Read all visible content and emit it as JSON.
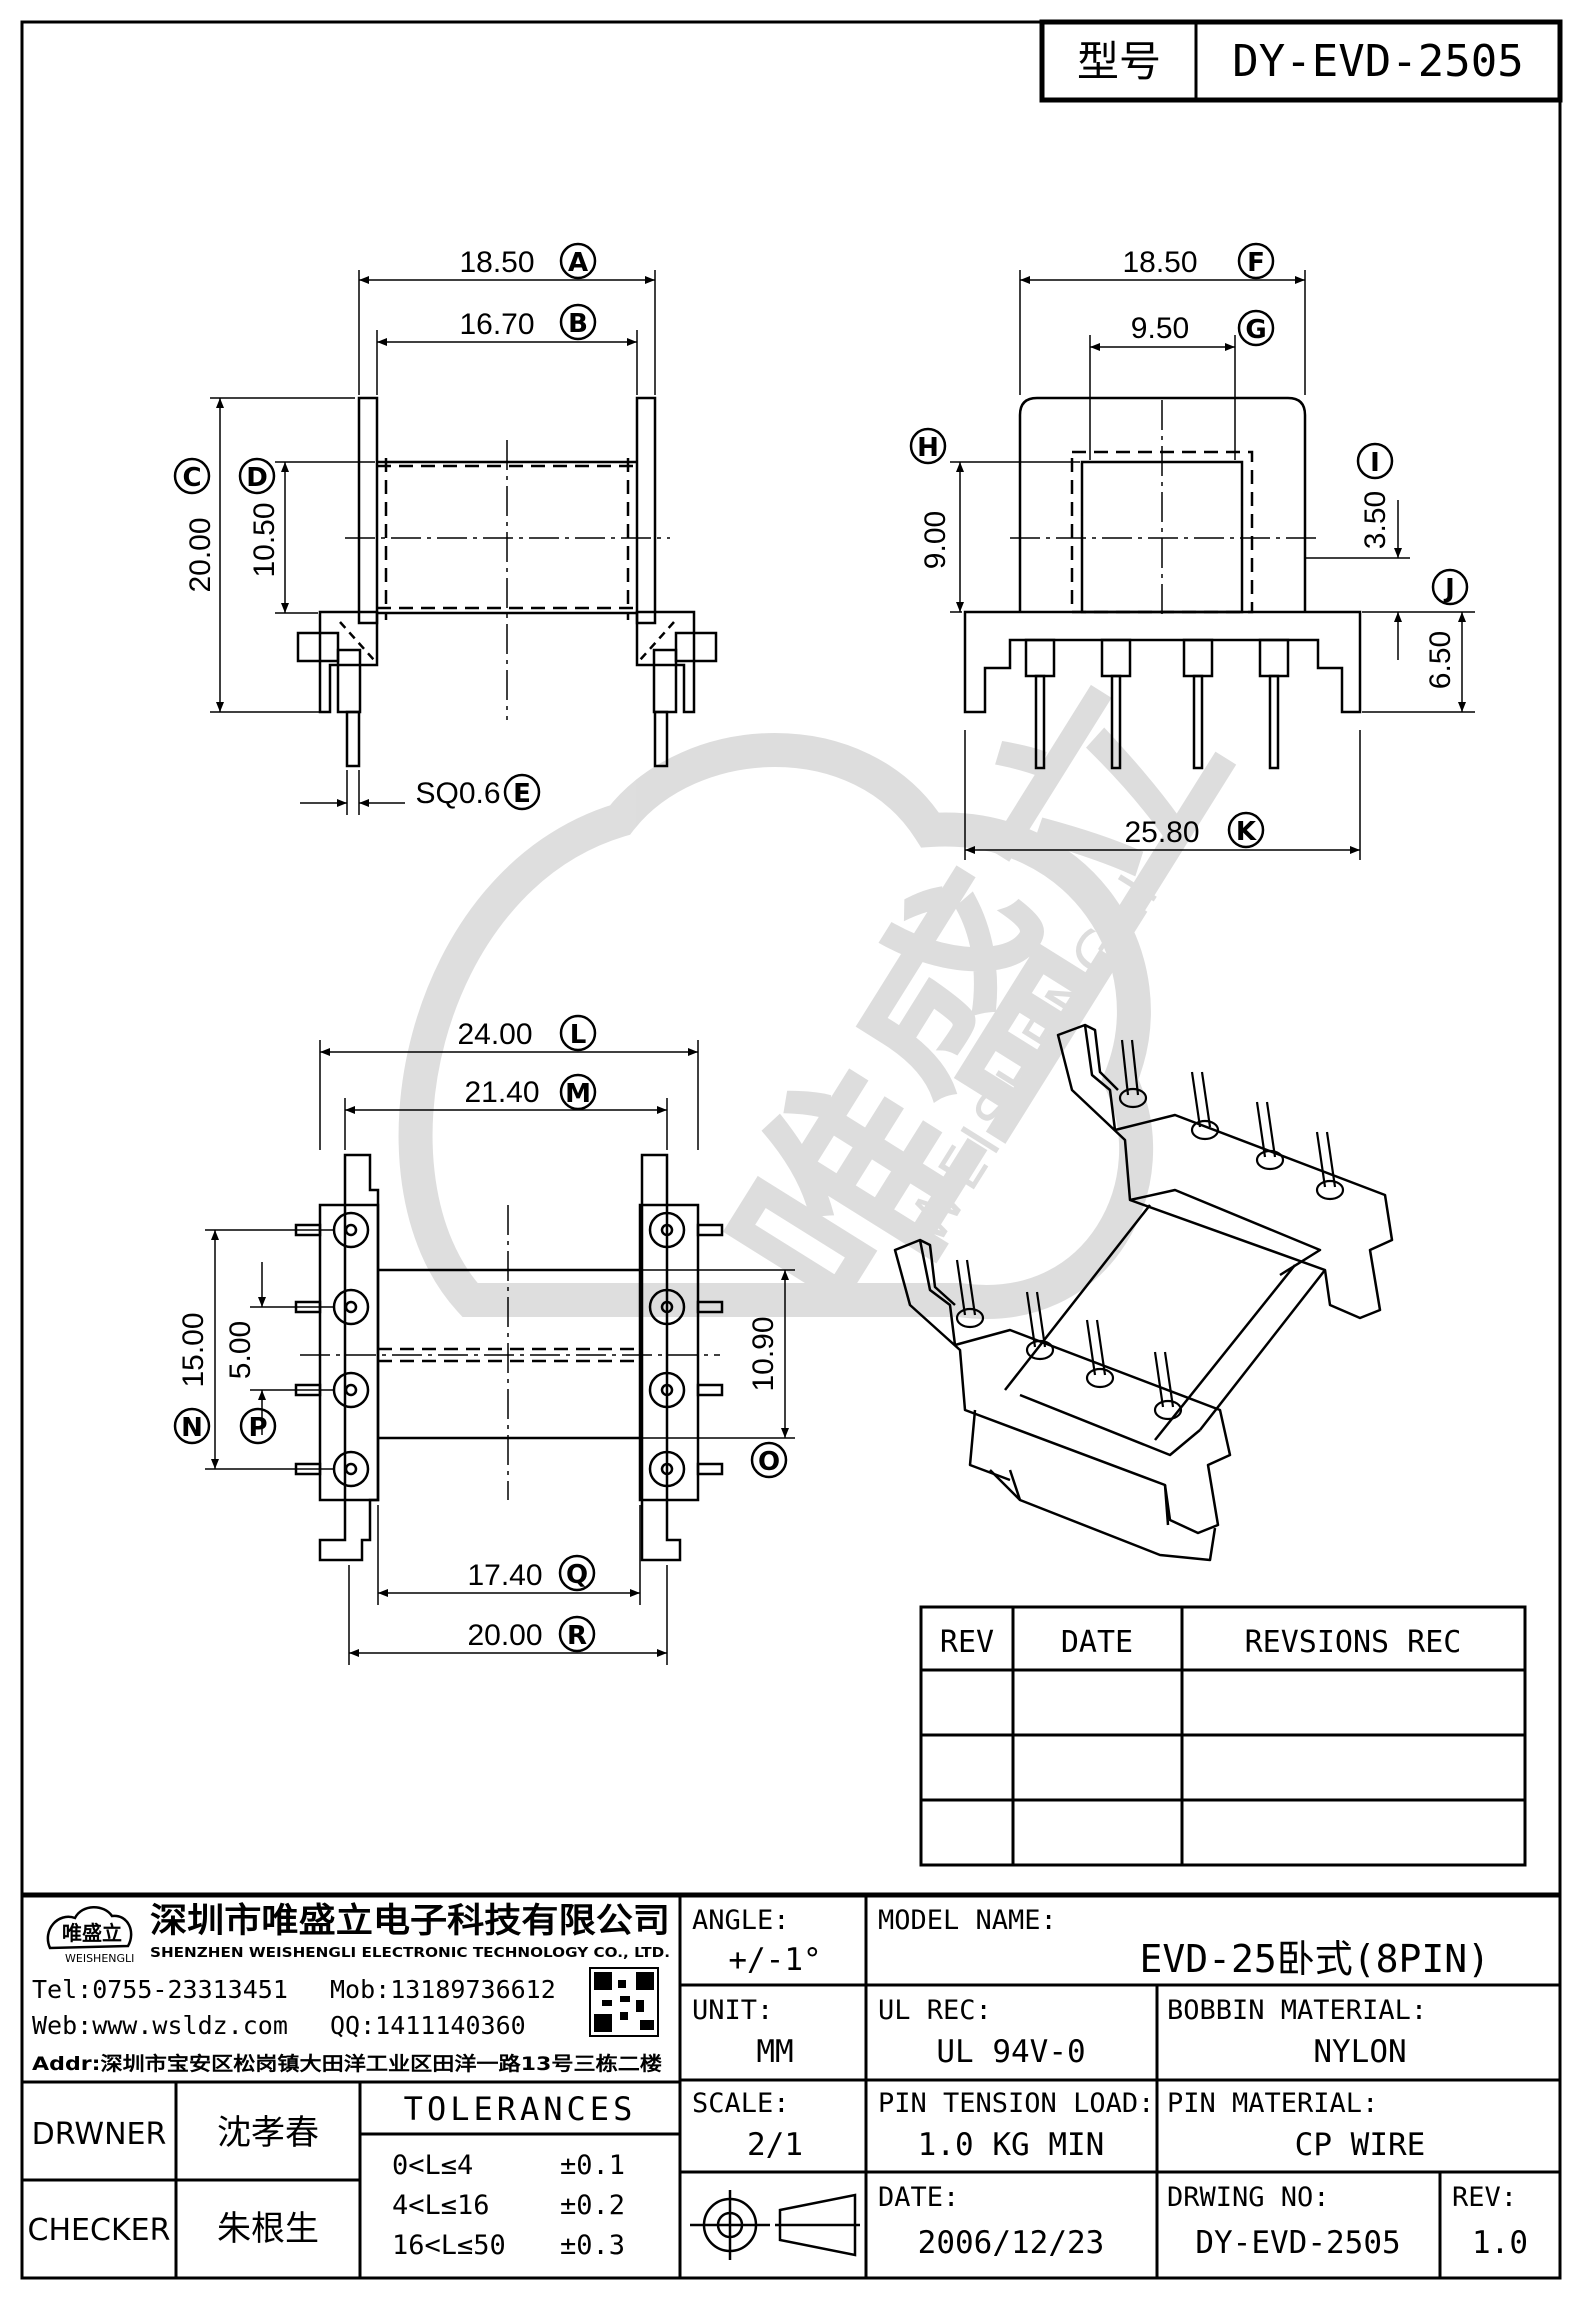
{
  "header": {
    "label": "型号",
    "model": "DY-EVD-2505"
  },
  "dimensions": {
    "A": "18.50",
    "B": "16.70",
    "C": "20.00",
    "D": "10.50",
    "E": "SQ0.6",
    "F": "18.50",
    "G": "9.50",
    "H": "9.00",
    "I": "3.50",
    "J": "6.50",
    "K": "25.80",
    "L": "24.00",
    "M": "21.40",
    "N": "15.00",
    "P": "5.00",
    "O": "10.90",
    "Q": "17.40",
    "R": "20.00"
  },
  "markers": {
    "A": "A",
    "B": "B",
    "C": "C",
    "D": "D",
    "E": "E",
    "F": "F",
    "G": "G",
    "H": "H",
    "I": "I",
    "J": "J",
    "K": "K",
    "L": "L",
    "M": "M",
    "N": "N",
    "O": "O",
    "P": "P",
    "Q": "Q",
    "R": "R"
  },
  "watermark": {
    "cn": "唯盛立",
    "en": "WEISHENGLI"
  },
  "revision_table": {
    "headers": [
      "REV",
      "DATE",
      "REVSIONS REC"
    ]
  },
  "company": {
    "logo_cn": "唯盛立",
    "logo_en": "WEISHENGLI",
    "name_cn": "深圳市唯盛立电子科技有限公司",
    "name_en": "SHENZHEN WEISHENGLI ELECTRONIC TECHNOLOGY CO., LTD.",
    "tel": "Tel:0755-23313451",
    "mob": "Mob:13189736612",
    "web": "Web:www.wsldz.com",
    "qq": "QQ:1411140360",
    "addr": "Addr:深圳市宝安区松岗镇大田洋工业区田洋一路13号三栋二楼"
  },
  "title_block": {
    "drawer_label": "DRWNER",
    "drawer": "沈孝春",
    "checker_label": "CHECKER",
    "checker": "朱根生",
    "tolerances_label": "TOLERANCES",
    "tolerances": [
      {
        "range": "0<L≤4",
        "tol": "±0.1"
      },
      {
        "range": "4<L≤16",
        "tol": "±0.2"
      },
      {
        "range": "16<L≤50",
        "tol": "±0.3"
      }
    ],
    "angle_label": "ANGLE:",
    "angle": "+/-1°",
    "unit_label": "UNIT:",
    "unit": "MM",
    "scale_label": "SCALE:",
    "scale": "2/1",
    "model_name_label": "MODEL NAME:",
    "model_name": "EVD-25卧式(8PIN)",
    "ul_label": "UL REC:",
    "ul": "UL 94V-0",
    "bobbin_label": "BOBBIN MATERIAL:",
    "bobbin": "NYLON",
    "pin_tension_label": "PIN TENSION LOAD:",
    "pin_tension": "1.0 KG MIN",
    "pin_material_label": "PIN MATERIAL:",
    "pin_material": "CP WIRE",
    "date_label": "DATE:",
    "date": "2006/12/23",
    "drawing_no_label": "DRWING NO:",
    "drawing_no": "DY-EVD-2505",
    "rev_label": "REV:",
    "rev": "1.0"
  }
}
